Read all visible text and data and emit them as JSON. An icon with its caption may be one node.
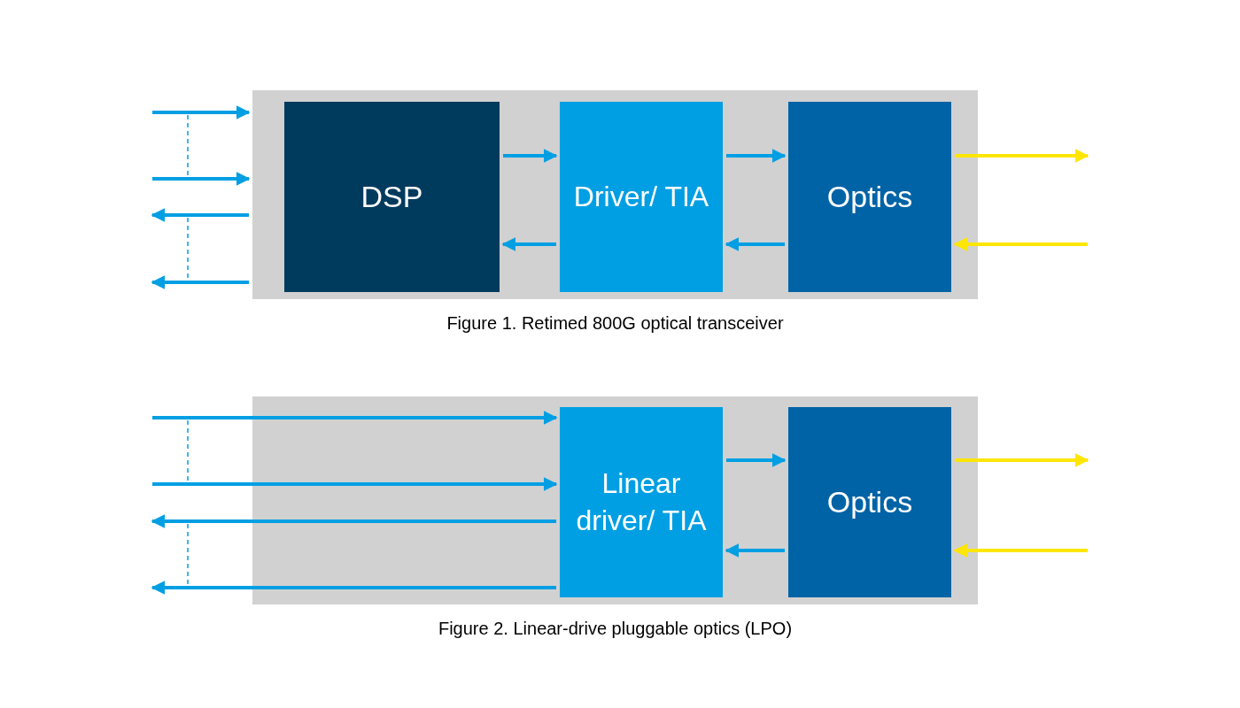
{
  "diagram": {
    "nodes": [
      {
        "text": [],
        "shape": "box",
        "beside": [
          "Figure 1. Retimed 800G optical transceiver"
        ]
      },
      {
        "text": [
          "DSP"
        ],
        "in": 0
      },
      {
        "text": [
          "Driver/ TIA"
        ],
        "in": 0
      },
      {
        "text": [
          "Optics"
        ],
        "in": 0
      },
      {
        "text": [],
        "shape": "box",
        "beside": [
          "Figure 2. Linear-drive pluggable optics (LPO)"
        ]
      },
      {
        "text": [
          "Linear driver/ TIA"
        ],
        "in": 4
      },
      {
        "text": [
          "Optics"
        ],
        "in": 4
      }
    ],
    "edges": [
      {
        "from": null,
        "to": 0,
        "arrow": "to"
      },
      {
        "from": null,
        "to": 0,
        "arrow": "to"
      },
      {
        "from": 0,
        "to": null,
        "arrow": "to"
      },
      {
        "from": 0,
        "to": null,
        "arrow": "to"
      },
      {
        "from": 1,
        "to": 2,
        "arrow": "to"
      },
      {
        "from": 2,
        "to": 1,
        "arrow": "to"
      },
      {
        "from": 2,
        "to": 3,
        "arrow": "to"
      },
      {
        "from": 3,
        "to": 2,
        "arrow": "to"
      },
      {
        "from": 3,
        "to": null,
        "arrow": "to",
        "color": "#ffe600"
      },
      {
        "from": null,
        "to": 3,
        "arrow": "to",
        "color": "#ffe600"
      },
      {
        "from": null,
        "to": 5,
        "arrow": "to"
      },
      {
        "from": null,
        "to": 5,
        "arrow": "to"
      },
      {
        "from": 5,
        "to": null,
        "arrow": "to"
      },
      {
        "from": 5,
        "to": null,
        "arrow": "to"
      },
      {
        "from": 5,
        "to": 6,
        "arrow": "to"
      },
      {
        "from": 6,
        "to": 5,
        "arrow": "to"
      },
      {
        "from": 6,
        "to": null,
        "arrow": "to",
        "color": "#ffe600"
      },
      {
        "from": null,
        "to": 6,
        "arrow": "to",
        "color": "#ffe600"
      }
    ]
  }
}
